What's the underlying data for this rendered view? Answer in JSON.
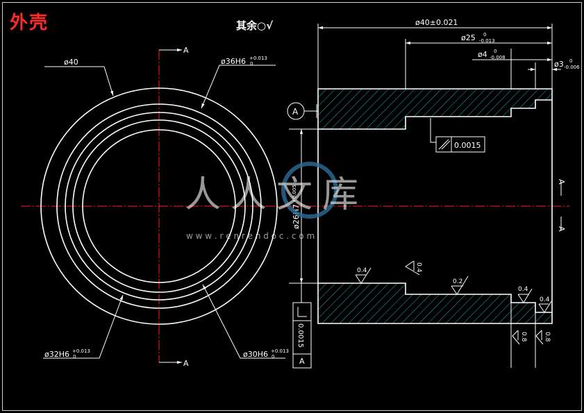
{
  "title": "外壳",
  "roughness_note": "其余",
  "colors": {
    "background": "#000000",
    "line": "#ffffff",
    "center_line": "#ff2020",
    "hatch": "#18b8b8",
    "title": "#ff2a2a",
    "watermark": "#2c6f9a"
  },
  "left_view": {
    "label_d40": "ø40",
    "label_d36": "ø36H6",
    "label_d36_tol": "+0.013",
    "label_d36_tol0": "0",
    "label_d32": "ø32H6",
    "label_d32_tol": "+0.013",
    "label_d32_tol0": "0",
    "label_d30": "ø30H6",
    "label_d30_tol": "+0.013",
    "label_d30_tol0": "0",
    "section_mark_top": "A",
    "section_mark_bottom": "A"
  },
  "section_view": {
    "dim_d40": "ø40±0.021",
    "dim_d25": "ø25",
    "dim_d25_tol": "-0.013",
    "dim_d25_tol0": "0",
    "dim_d4": "ø4",
    "dim_d4_tol": "-0.008",
    "dim_d4_tol0": "0",
    "dim_d3": "ø3",
    "dim_d3_tol": "-0.006",
    "dim_d3_tol0": "0",
    "dim_d26": "ø26H7",
    "dim_d26_tol": "+0.005",
    "datum_label": "A",
    "parallelism_value": "0.0015",
    "perp_value": "0.0015",
    "perp_datum": "A",
    "rough_top": "0.4",
    "rough_mid": "0.2",
    "rough_right": "0.4",
    "rough_edge": "0.4",
    "rough_side": "0.4",
    "rough_bottom1": "0.8",
    "rough_bottom2": "0.8",
    "section_mark_right_top": "A",
    "section_mark_right_bottom": "A"
  },
  "watermark": {
    "text": "人人文库",
    "url": "w w w . r e n r e n d o c . c o m"
  }
}
